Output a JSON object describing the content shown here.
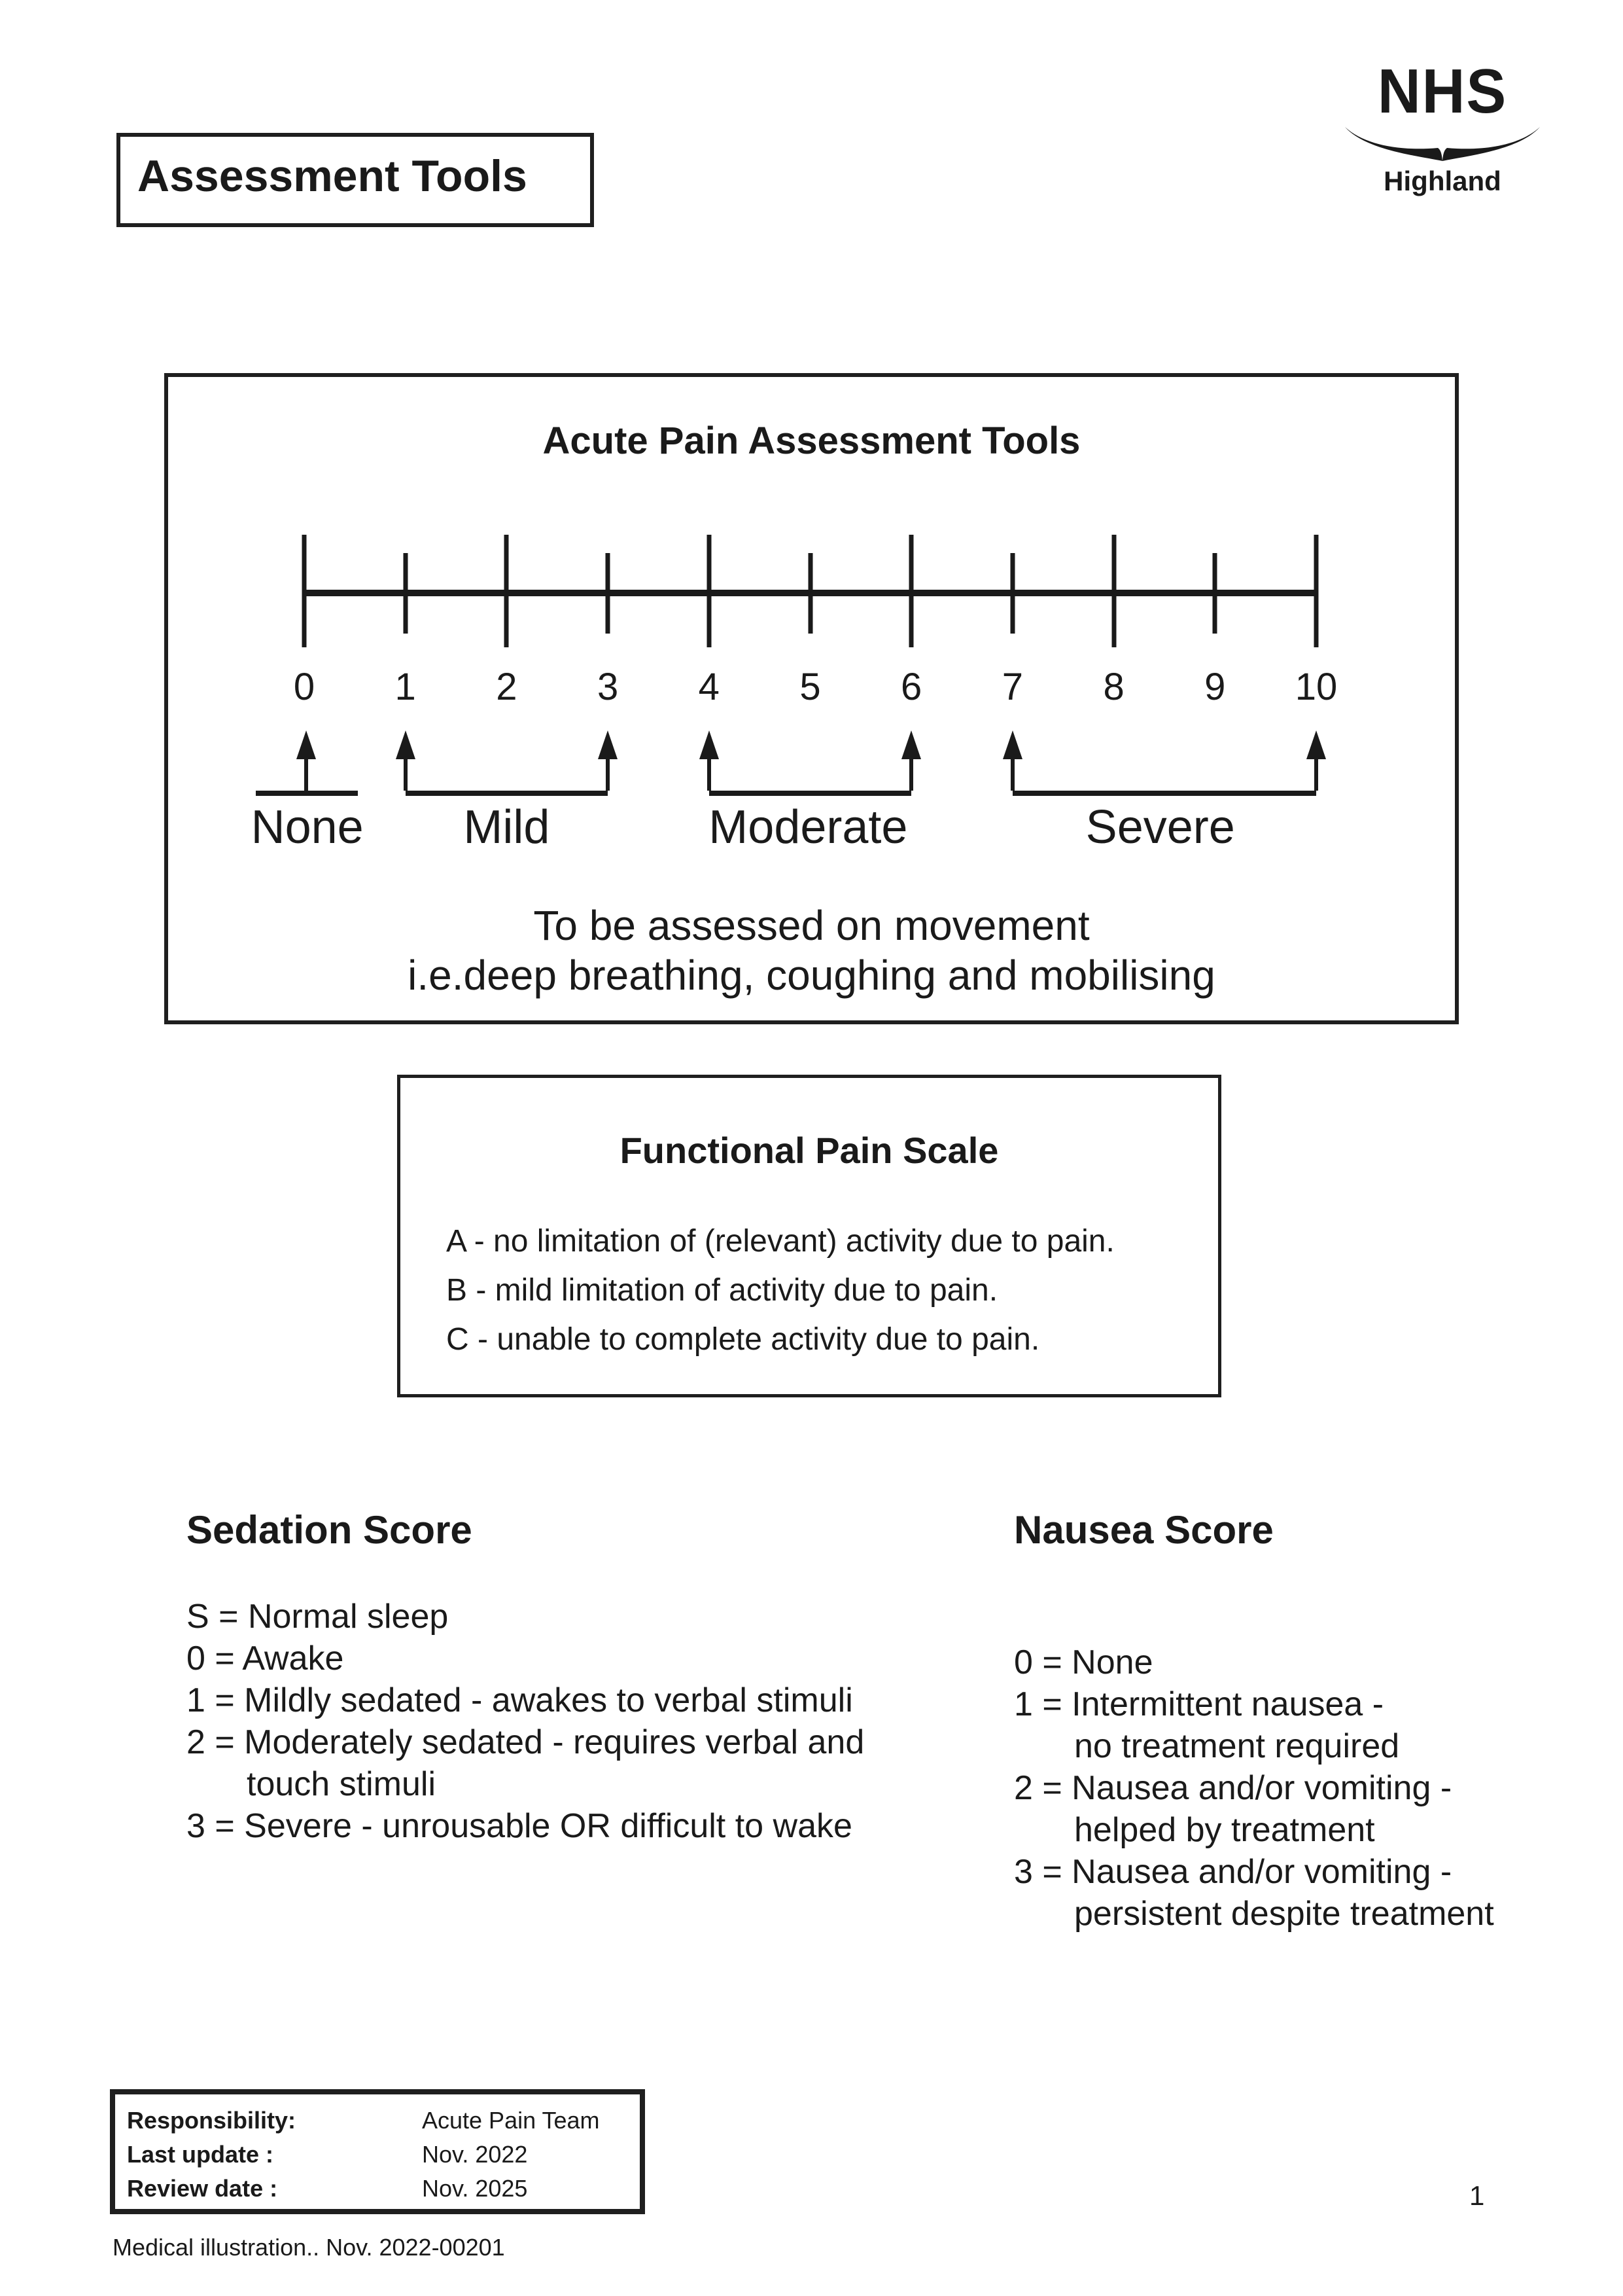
{
  "header": {
    "title": "Assessment Tools",
    "logo": {
      "line1": "NHS",
      "line2": "Highland"
    }
  },
  "pain_scale": {
    "title": "Acute Pain Assessment Tools",
    "numbers": [
      "0",
      "1",
      "2",
      "3",
      "4",
      "5",
      "6",
      "7",
      "8",
      "9",
      "10"
    ],
    "axis_range": [
      0,
      10
    ],
    "ranges": [
      {
        "label": "None",
        "from": 0,
        "to": 0
      },
      {
        "label": "Mild",
        "from": 1,
        "to": 3
      },
      {
        "label": "Moderate",
        "from": 4,
        "to": 6
      },
      {
        "label": "Severe",
        "from": 7,
        "to": 10
      }
    ],
    "note_line1": "To be assessed on movement",
    "note_line2": "i.e.deep breathing, coughing and mobilising"
  },
  "functional_scale": {
    "title": "Functional Pain Scale",
    "lines": [
      "A - no limitation of (relevant) activity due to pain.",
      "B - mild limitation of activity due to pain.",
      "C - unable to complete activity due to pain."
    ]
  },
  "sedation_score": {
    "title": "Sedation Score",
    "lines": [
      "S = Normal sleep",
      "0 = Awake",
      "1 = Mildly sedated - awakes to verbal stimuli",
      "2 = Moderately sedated - requires verbal and",
      "touch stimuli",
      "3 = Severe - unrousable OR difficult to wake"
    ]
  },
  "nausea_score": {
    "title": "Nausea Score",
    "lines": [
      "0 = None",
      "1 = Intermittent nausea -",
      "no treatment required",
      "2 = Nausea and/or vomiting -",
      "helped by treatment",
      "3 = Nausea and/or vomiting -",
      "persistent despite treatment"
    ]
  },
  "footer": {
    "rows": [
      {
        "label": "Responsibility:",
        "value": "Acute Pain Team"
      },
      {
        "label": "Last update :",
        "value": "Nov. 2022"
      },
      {
        "label": "Review date :",
        "value": "Nov. 2025"
      }
    ],
    "reference": "Medical illustration.. Nov. 2022-00201",
    "page_number": "1"
  },
  "colors": {
    "ink": "#1a1a1a",
    "background": "#ffffff"
  }
}
